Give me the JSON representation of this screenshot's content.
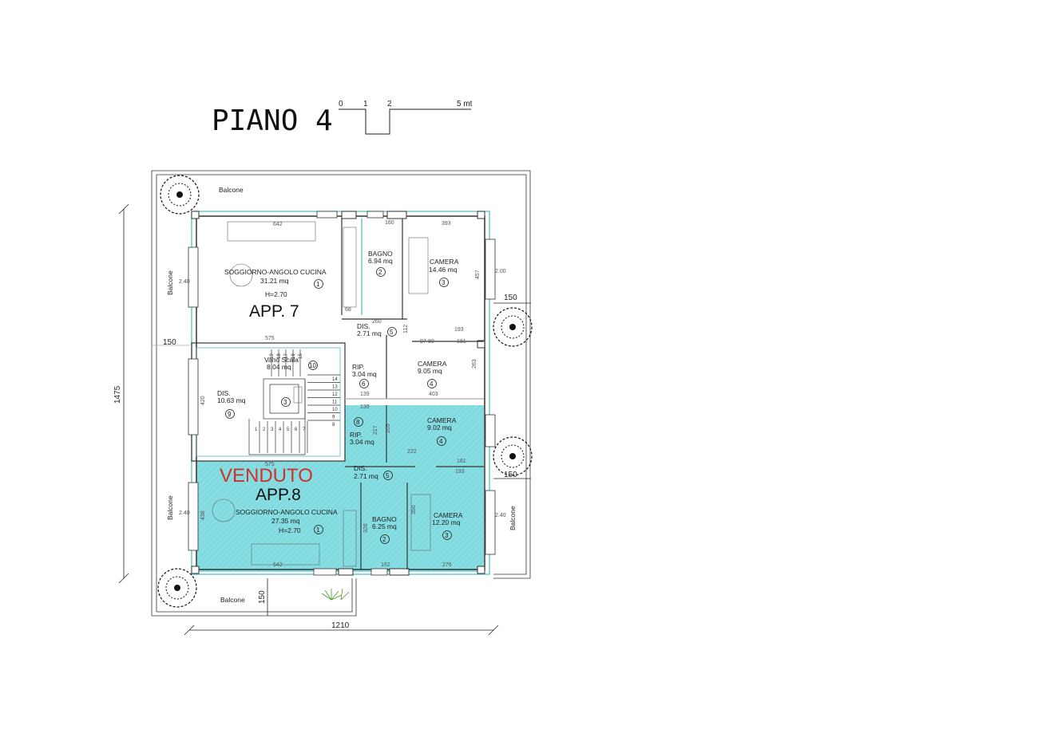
{
  "floor_label": "PIANO 4",
  "scale_bar": {
    "ticks": [
      "0",
      "1",
      "2",
      "5 mt"
    ]
  },
  "status": {
    "sold": "VENDUTO",
    "color": "#d0312d"
  },
  "colors": {
    "sold_fill": "#5fd3d8",
    "wall_outline": "#4fb9c7",
    "line": "#333333"
  },
  "dimensions": {
    "total_height": "1475",
    "total_width": "1210",
    "balcony_left": "150",
    "balcony_right": "150",
    "balcony_right_lower": "150",
    "balcony_bottom": "150"
  },
  "balconies": [
    "Balcone",
    "Balcone",
    "Balcone",
    "Balcone",
    "Balcone"
  ],
  "apartment_7": {
    "name": "APP. 7",
    "rooms": [
      {
        "name": "SOGGIORNO-ANGOLO CUCINA",
        "area": "31.21 mq",
        "height": "H=2.70",
        "num": "1"
      },
      {
        "name": "BAGNO",
        "area": "6.94 mq",
        "num": "2"
      },
      {
        "name": "CAMERA",
        "area": "14.46 mq",
        "num": "3"
      },
      {
        "name": "DIS.",
        "area": "2.71 mq",
        "num": "5"
      },
      {
        "name": "CAMERA",
        "area": "9.05 mq",
        "num": "4"
      },
      {
        "name": "RIP.",
        "area": "3.04 mq",
        "num": "6"
      }
    ]
  },
  "common": {
    "rooms": [
      {
        "name": "Vano Scala",
        "area": "8.04 mq",
        "num": "10"
      },
      {
        "name": "DIS.",
        "area": "10.63 mq",
        "num": "9"
      }
    ],
    "lift_num": "3"
  },
  "apartment_8": {
    "name": "APP.8",
    "rooms": [
      {
        "name": "SOGGIORNO-ANGOLO CUCINA",
        "area": "27.35 mq",
        "height": "H=2.70",
        "num": "1"
      },
      {
        "name": "BAGNO",
        "area": "6.25 mq",
        "num": "2"
      },
      {
        "name": "CAMERA",
        "area": "12.20 mq",
        "num": "3"
      },
      {
        "name": "DIS.",
        "area": "2.71 mq",
        "num": "5"
      },
      {
        "name": "CAMERA",
        "area": "9.02 mq",
        "num": "4"
      },
      {
        "name": "RIP.",
        "area": "3.04 mq",
        "num": "8"
      }
    ]
  },
  "small_dims": {
    "d642_top": "642",
    "d160": "160",
    "d393": "393",
    "d457": "457",
    "d68": "68",
    "d260": "260",
    "d112": "112",
    "d193_top": "193",
    "d97": "97",
    "d181_top": "181",
    "d575_top": "575",
    "d139_a": "139",
    "d403": "403",
    "d139_b": "139",
    "d217": "217",
    "d205": "205",
    "d222": "222",
    "d181_b": "181",
    "d193_b": "193",
    "d575_b": "575",
    "d438": "438",
    "d328": "328",
    "d642_b": "642",
    "d162": "162",
    "d276": "276",
    "d420": "420",
    "d350": "350",
    "d263": "263",
    "d80": "80",
    "w240_a": "2.40",
    "w240_b": "2.40",
    "w200": "2.00",
    "w240_c": "2.40"
  },
  "stairs": [
    "19",
    "18",
    "17",
    "16",
    "15",
    "14",
    "13",
    "12",
    "11",
    "10",
    "9",
    "8",
    "7",
    "6",
    "5",
    "4",
    "3",
    "2",
    "1"
  ]
}
